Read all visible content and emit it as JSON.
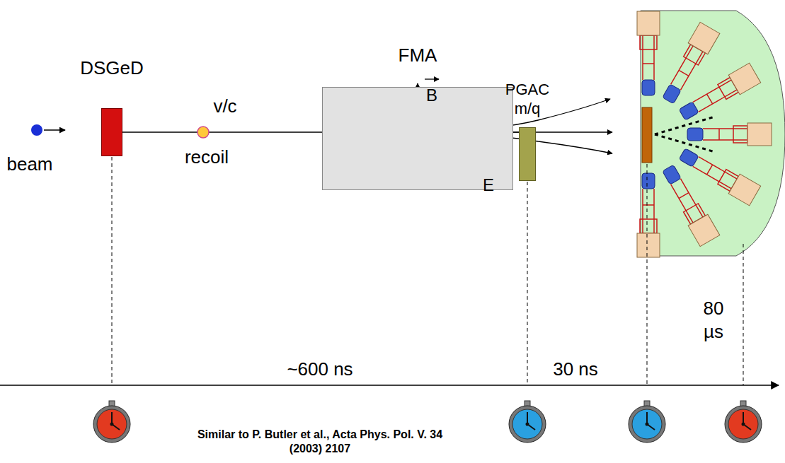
{
  "diagram": {
    "nodes": [
      {
        "text": [
          "DSGeD"
        ]
      },
      {
        "text": [
          "FMA"
        ]
      },
      {
        "text": [
          "PGAC",
          "m/q"
        ]
      }
    ],
    "edges": [
      {
        "from": 0,
        "to": 1,
        "arrow": "none"
      },
      {
        "from": 1,
        "to": 2,
        "arrow": "none"
      }
    ],
    "labels": [
      "beam",
      "v/c",
      "recoil",
      "B",
      "E",
      "~600 ns",
      "30 ns",
      "80 µs",
      "Similar to P. Butler et al., Acta Phys. Pol. V. 34 (2003) 2107"
    ]
  }
}
